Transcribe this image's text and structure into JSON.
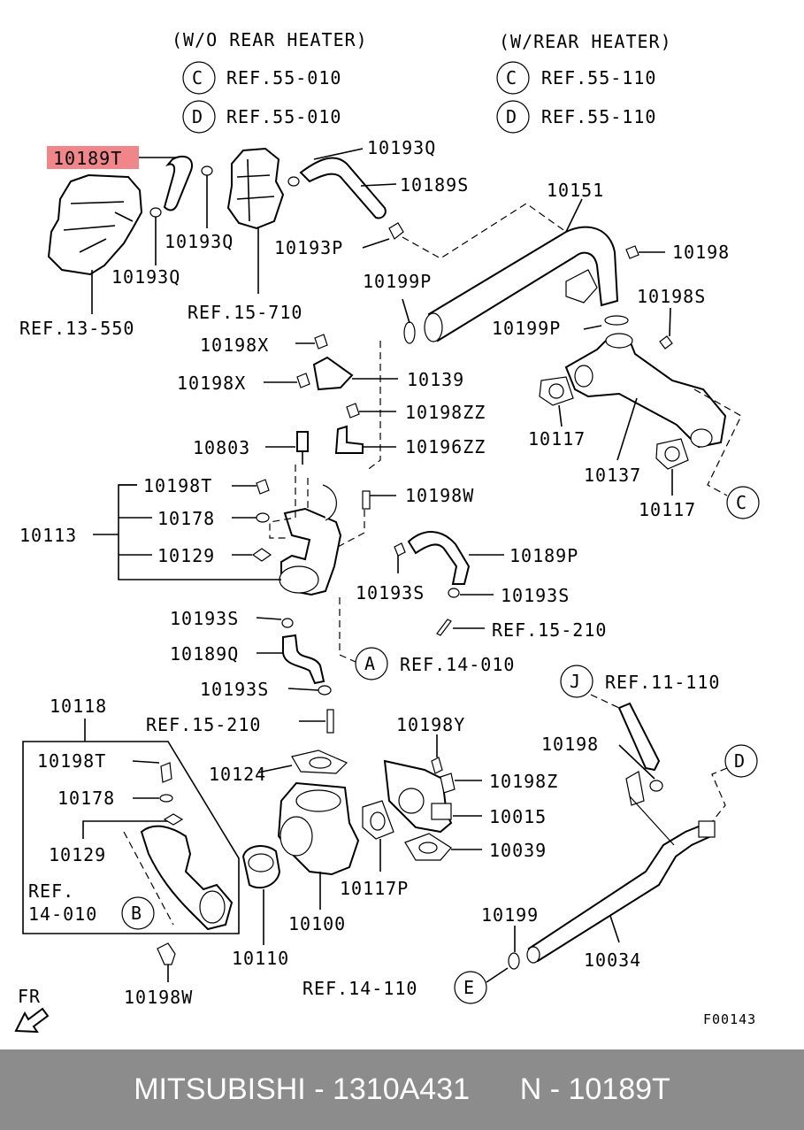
{
  "header": {
    "without_rear_heater": "(W/O REAR HEATER)",
    "with_rear_heater": "(W/REAR HEATER)",
    "refs": [
      {
        "letter": "C",
        "text": "REF.55-010"
      },
      {
        "letter": "D",
        "text": "REF.55-010"
      },
      {
        "letter": "C",
        "text": "REF.55-110"
      },
      {
        "letter": "D",
        "text": "REF.55-110"
      }
    ]
  },
  "highlight": {
    "part": "10189T",
    "color": "#f0868a"
  },
  "labels": {
    "p10193Q_a": "10193Q",
    "p10189S": "10189S",
    "p10151": "10151",
    "p10193Q_b": "10193Q",
    "p10193P": "10193P",
    "p10198_a": "10198",
    "p10193Q_c": "10193Q",
    "ref13550": "REF.13-550",
    "ref15710": "REF.15-710",
    "p10199P_a": "10199P",
    "p10198S": "10198S",
    "p10199P_b": "10199P",
    "p10198X_a": "10198X",
    "p10198X_b": "10198X",
    "p10139": "10139",
    "p10198ZZ": "10198ZZ",
    "p10117_a": "10117",
    "p10803": "10803",
    "p10196ZZ": "10196ZZ",
    "p10137": "10137",
    "p10198T_a": "10198T",
    "p10198W_a": "10198W",
    "p10117_b": "10117",
    "p10178_a": "10178",
    "p10113": "10113",
    "p10129_a": "10129",
    "p10189P": "10189P",
    "p10193S_a": "10193S",
    "p10193S_b": "10193S",
    "p10193S_c": "10193S",
    "ref15210_a": "REF.15-210",
    "p10189Q": "10189Q",
    "ref14010_a": "REF.14-010",
    "p10193S_d": "10193S",
    "ref11110": "REF.11-110",
    "p10118": "10118",
    "ref15210_b": "REF.15-210",
    "p10198Y": "10198Y",
    "p10198T_b": "10198T",
    "p10124": "10124",
    "p10198_b": "10198",
    "p10198Z": "10198Z",
    "p10178_b": "10178",
    "p10015": "10015",
    "p10129_b": "10129",
    "p10039": "10039",
    "ref_box": "REF.",
    "ref_box_num": "14-010",
    "p10117P": "10117P",
    "p10100": "10100",
    "p10199": "10199",
    "p10110": "10110",
    "p10034": "10034",
    "p10198W_b": "10198W",
    "ref14110": "REF.14-110",
    "fr": "FR",
    "figure_code": "F00143"
  },
  "callouts": {
    "A": "A",
    "B": "B",
    "C": "C",
    "D": "D",
    "E": "E",
    "J": "J"
  },
  "footer": {
    "brand": "MITSUBISHI",
    "part_number": "1310A431",
    "position": "N - 10189T",
    "background": "#8c8c8c"
  }
}
